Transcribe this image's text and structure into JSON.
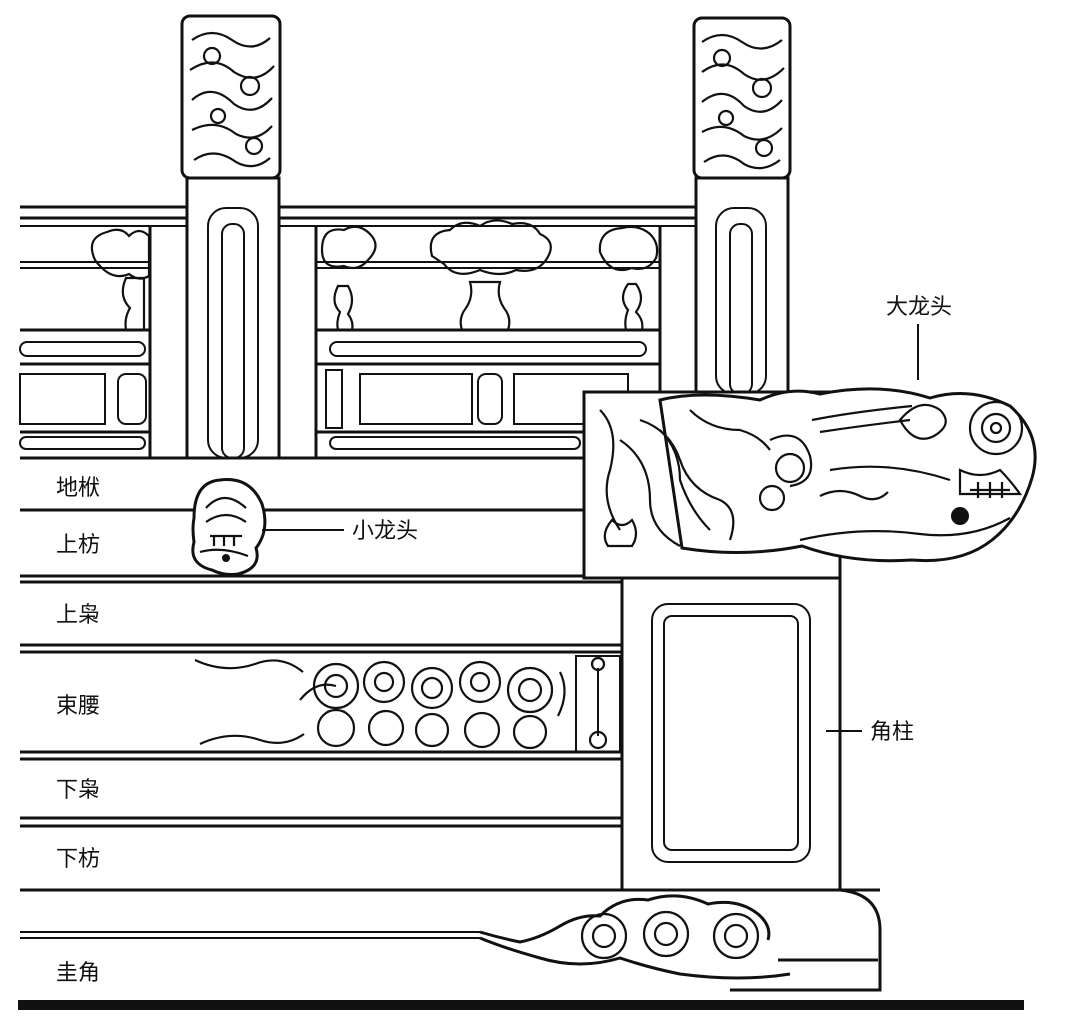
{
  "labels": {
    "difu": "地栿",
    "shangfang": "上枋",
    "shangxiao": "上枭",
    "shuyao": "束腰",
    "xiaxiao": "下枭",
    "xiafang": "下枋",
    "guijiao": "圭角",
    "xiaolongtou": "小龙头",
    "dalongtou": "大龙头",
    "jiaozhu": "角柱"
  },
  "colors": {
    "ink": "#111111",
    "paper": "#ffffff"
  }
}
